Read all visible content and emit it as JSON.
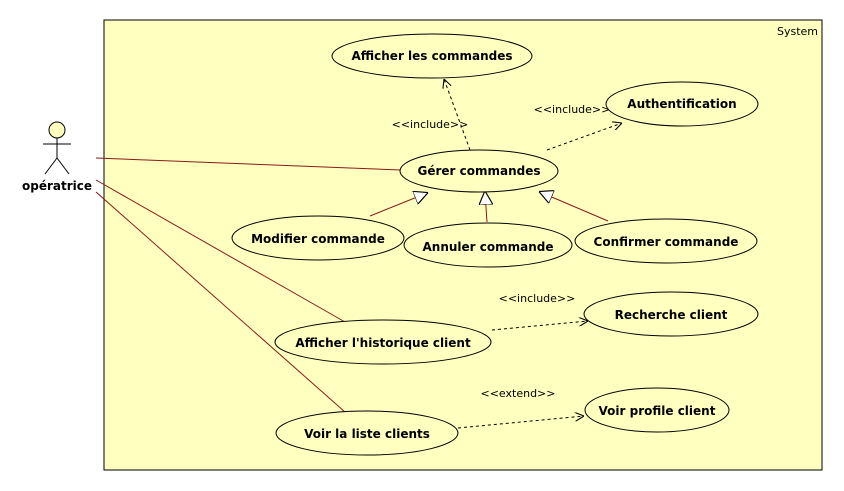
{
  "system": {
    "label": "System"
  },
  "actor": {
    "name": "opératrice"
  },
  "use_cases": {
    "afficher_commandes": "Afficher les commandes",
    "authentification": "Authentification",
    "gerer_commandes": "Gérer commandes",
    "modifier_commande": "Modifier commande",
    "annuler_commande": "Annuler commande",
    "confirmer_commande": "Confirmer commande",
    "recherche_client": "Recherche client",
    "afficher_historique": "Afficher l'historique client",
    "voir_profile": "Voir profile client",
    "voir_liste": "Voir la liste clients"
  },
  "stereotypes": {
    "include_afficher": "<<include>>",
    "include_auth": "<<include>>",
    "include_recherche": "<<include>>",
    "extend_profile": "<<extend>>"
  },
  "colors": {
    "system_fill": "#ffffc0",
    "usecase_fill": "#ffffc0",
    "actor_head": "#ffffc0",
    "line": "#8b1a1a",
    "stroke": "#000000"
  }
}
